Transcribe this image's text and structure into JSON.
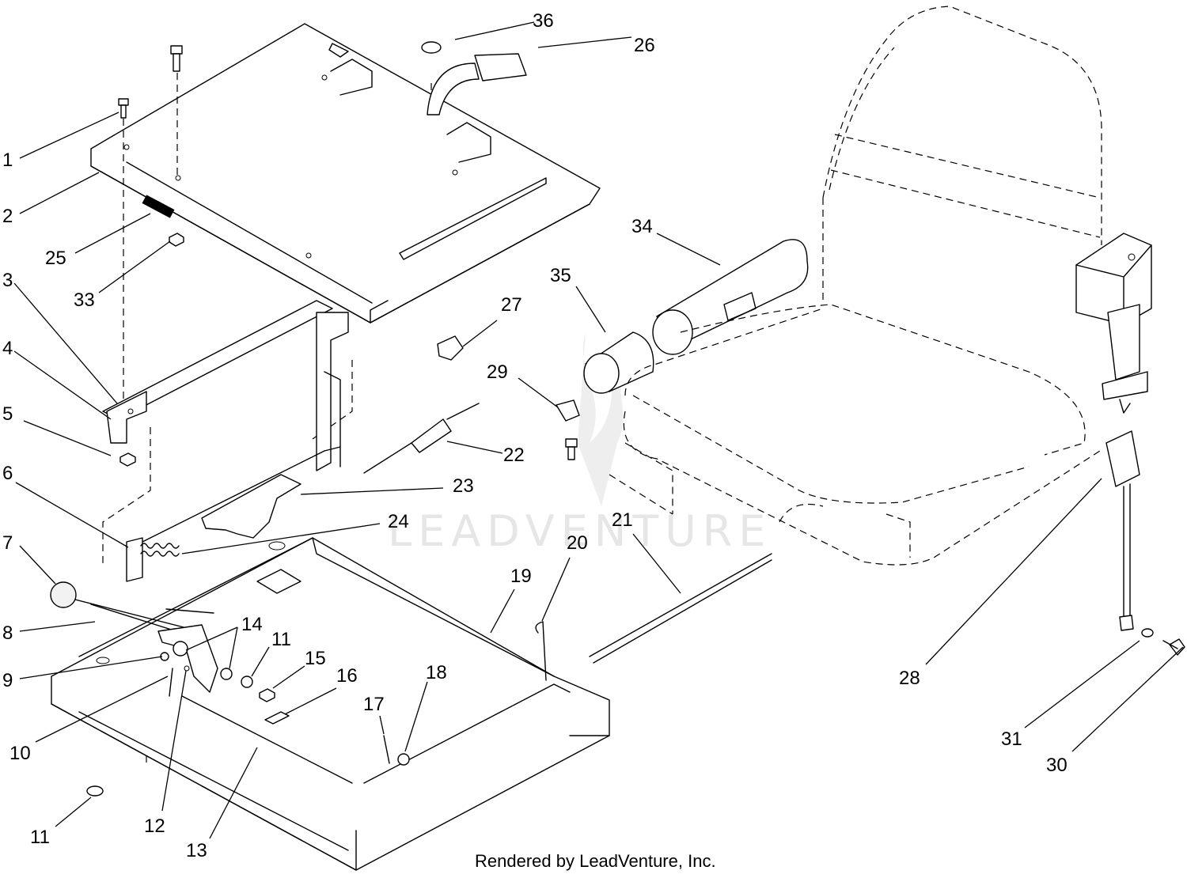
{
  "diagram": {
    "callouts": [
      {
        "id": "1",
        "label": "1"
      },
      {
        "id": "2",
        "label": "2"
      },
      {
        "id": "3",
        "label": "3"
      },
      {
        "id": "4",
        "label": "4"
      },
      {
        "id": "5",
        "label": "5"
      },
      {
        "id": "6",
        "label": "6"
      },
      {
        "id": "7",
        "label": "7"
      },
      {
        "id": "8",
        "label": "8"
      },
      {
        "id": "9",
        "label": "9"
      },
      {
        "id": "10",
        "label": "10"
      },
      {
        "id": "11a",
        "label": "11"
      },
      {
        "id": "11b",
        "label": "11"
      },
      {
        "id": "12",
        "label": "12"
      },
      {
        "id": "13",
        "label": "13"
      },
      {
        "id": "14",
        "label": "14"
      },
      {
        "id": "15",
        "label": "15"
      },
      {
        "id": "16",
        "label": "16"
      },
      {
        "id": "17",
        "label": "17"
      },
      {
        "id": "18",
        "label": "18"
      },
      {
        "id": "19",
        "label": "19"
      },
      {
        "id": "20",
        "label": "20"
      },
      {
        "id": "21",
        "label": "21"
      },
      {
        "id": "22",
        "label": "22"
      },
      {
        "id": "23",
        "label": "23"
      },
      {
        "id": "24",
        "label": "24"
      },
      {
        "id": "25",
        "label": "25"
      },
      {
        "id": "26",
        "label": "26"
      },
      {
        "id": "27",
        "label": "27"
      },
      {
        "id": "28",
        "label": "28"
      },
      {
        "id": "29",
        "label": "29"
      },
      {
        "id": "30",
        "label": "30"
      },
      {
        "id": "31",
        "label": "31"
      },
      {
        "id": "33",
        "label": "33"
      },
      {
        "id": "34",
        "label": "34"
      },
      {
        "id": "35",
        "label": "35"
      },
      {
        "id": "36",
        "label": "36"
      }
    ],
    "watermark": "LEADVENTURE",
    "credit": "Rendered by LeadVenture, Inc.",
    "line_color": "#000000",
    "background_color": "#ffffff"
  }
}
